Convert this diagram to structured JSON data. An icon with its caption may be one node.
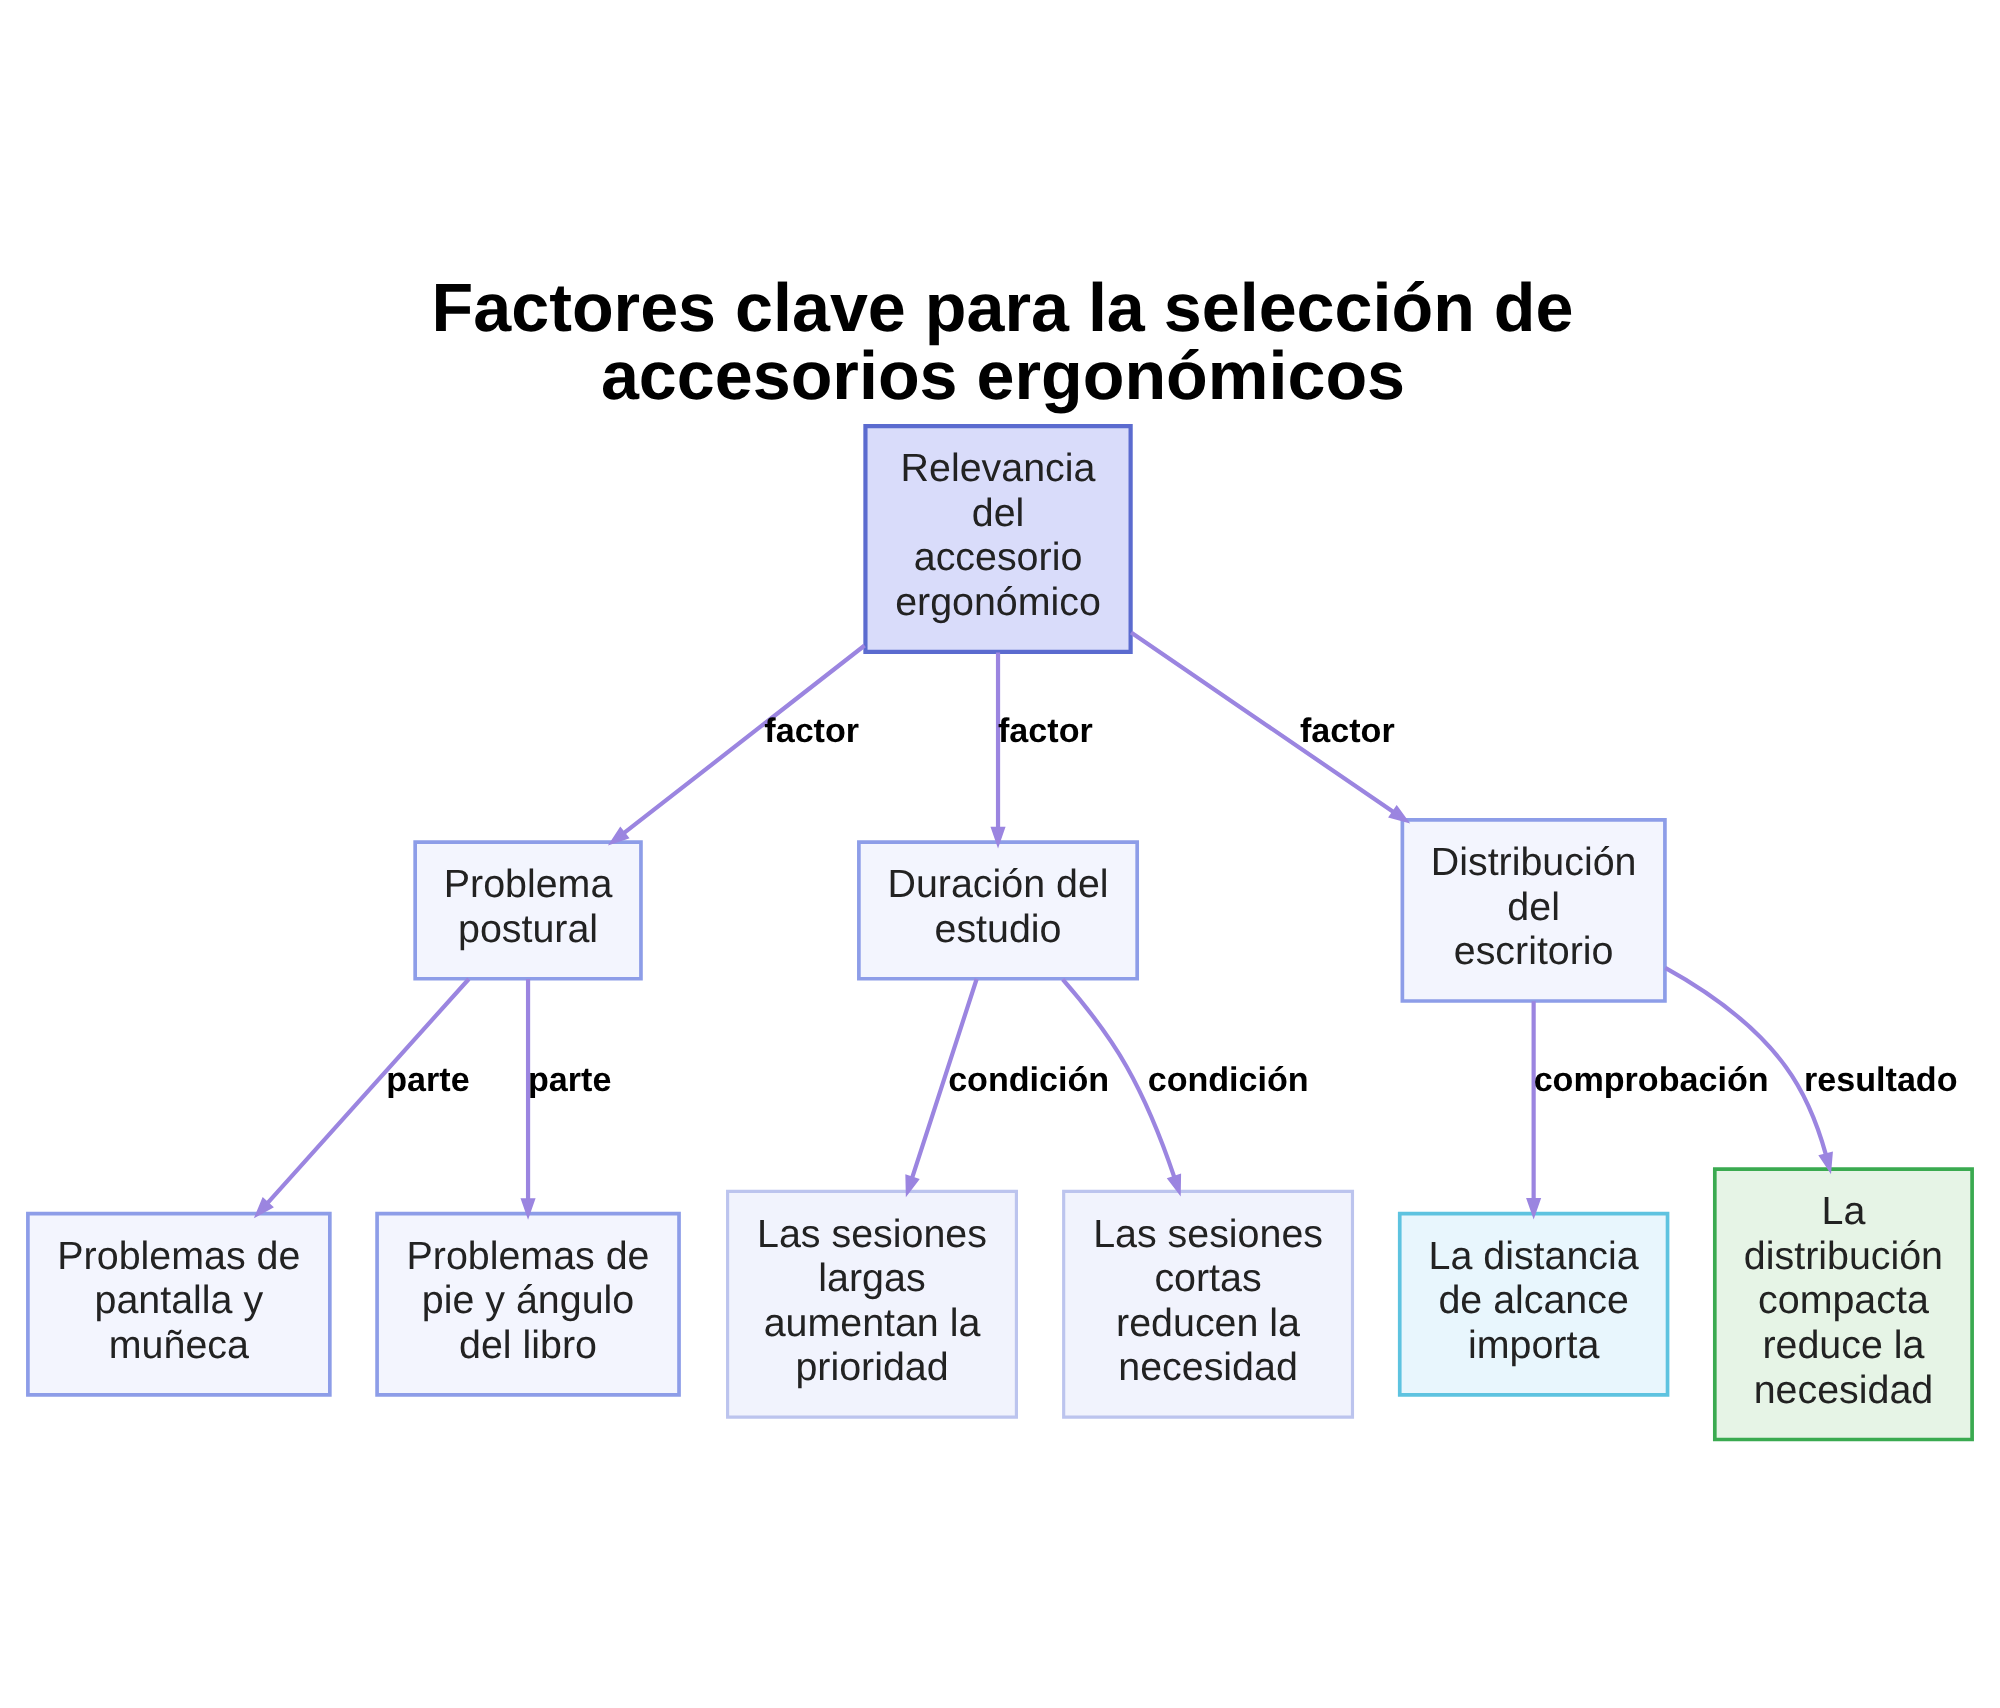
{
  "diagram": {
    "title": "Factores clave para la selección de accesorios ergonómicos",
    "nodes": [
      {
        "text": [
          "Relevancia del accesorio ergonómico"
        ]
      },
      {
        "text": [
          "Problema postural"
        ]
      },
      {
        "text": [
          "Duración del estudio"
        ]
      },
      {
        "text": [
          "Distribución del escritorio"
        ]
      },
      {
        "text": [
          "Problemas de pantalla y muñeca"
        ]
      },
      {
        "text": [
          "Problemas de pie y ángulo del libro"
        ]
      },
      {
        "text": [
          "Las sesiones largas aumentan la prioridad"
        ]
      },
      {
        "text": [
          "Las sesiones cortas reducen la necesidad"
        ]
      },
      {
        "text": [
          "La distancia de alcance importa"
        ]
      },
      {
        "text": [
          "La distribución compacta reduce la necesidad"
        ]
      }
    ],
    "edges": [
      {
        "from": 0,
        "to": 1,
        "arrow": "to",
        "label": "factor"
      },
      {
        "from": 0,
        "to": 2,
        "arrow": "to",
        "label": "factor"
      },
      {
        "from": 0,
        "to": 3,
        "arrow": "to",
        "label": "factor"
      },
      {
        "from": 1,
        "to": 4,
        "arrow": "to",
        "label": "parte"
      },
      {
        "from": 1,
        "to": 5,
        "arrow": "to",
        "label": "parte"
      },
      {
        "from": 2,
        "to": 6,
        "arrow": "to",
        "label": "condición"
      },
      {
        "from": 2,
        "to": 7,
        "arrow": "to",
        "label": "condición"
      },
      {
        "from": 3,
        "to": 8,
        "arrow": "to",
        "label": "comprobación"
      },
      {
        "from": 3,
        "to": 9,
        "arrow": "to",
        "label": "resultado"
      }
    ]
  }
}
